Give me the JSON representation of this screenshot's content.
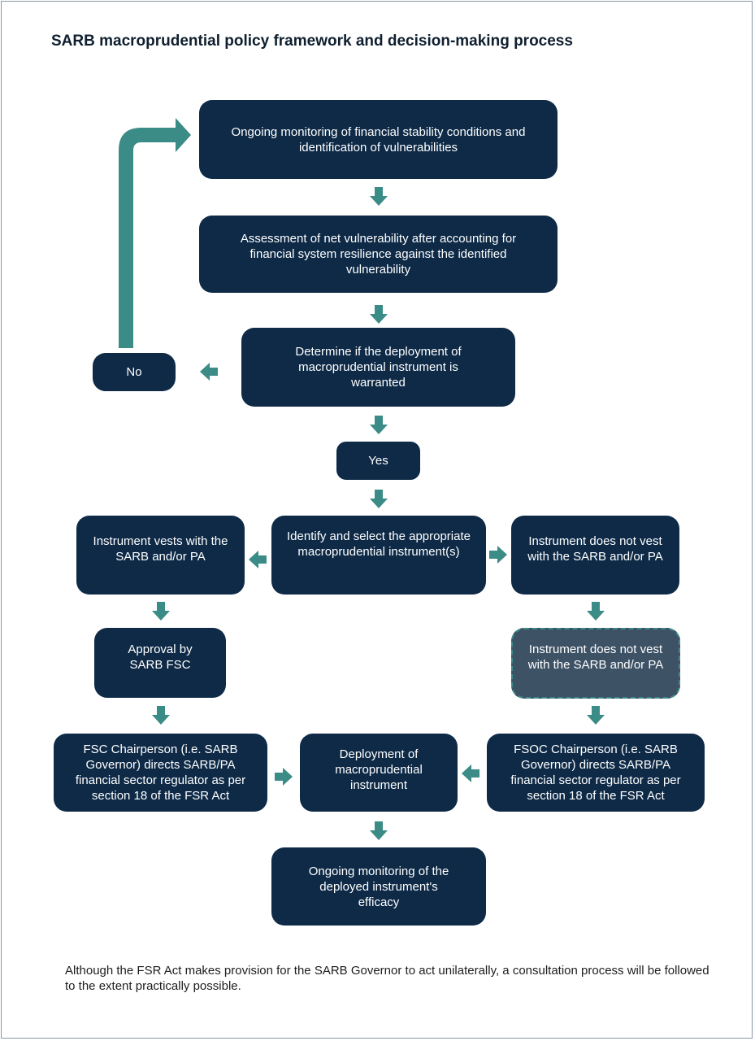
{
  "title": "SARB macroprudential policy framework and decision-making process",
  "colors": {
    "box": "#0e2a47",
    "box_dashed_fill": "#3e5266",
    "arrow": "#3b8b86",
    "text_on_box": "#ffffff"
  },
  "nodes": {
    "monitoring": "Ongoing monitoring of financial stability conditions and identification of vulnerabilities",
    "assessment": "Assessment of net vulnerability after accounting for financial system resilience against the identified vulnerability",
    "determine": "Determine if the deployment of macroprudential instrument is warranted",
    "no": "No",
    "yes": "Yes",
    "identify": "Identify and select the appropriate macroprudential instrument(s)",
    "vests": "Instrument vests with the SARB and/or PA",
    "not_vest": "Instrument does not vest with the SARB and/or PA",
    "not_vest_dashed": "Instrument does not vest with the SARB and/or PA",
    "approval": "Approval by SARB FSC",
    "fsc_chair": "FSC Chairperson (i.e. SARB Governor) directs SARB/PA financial sector regulator as per section 18 of the FSR Act",
    "deployment": "Deployment of macroprudential instrument",
    "fsoc_chair": "FSOC Chairperson (i.e. SARB Governor) directs SARB/PA financial sector regulator as per section 18 of the FSR Act",
    "efficacy": "Ongoing monitoring of the deployed instrument's efficacy"
  },
  "note": "Although the FSR Act makes provision for the SARB Governor to act unilaterally, a consultation process will be followed to the extent practically possible."
}
